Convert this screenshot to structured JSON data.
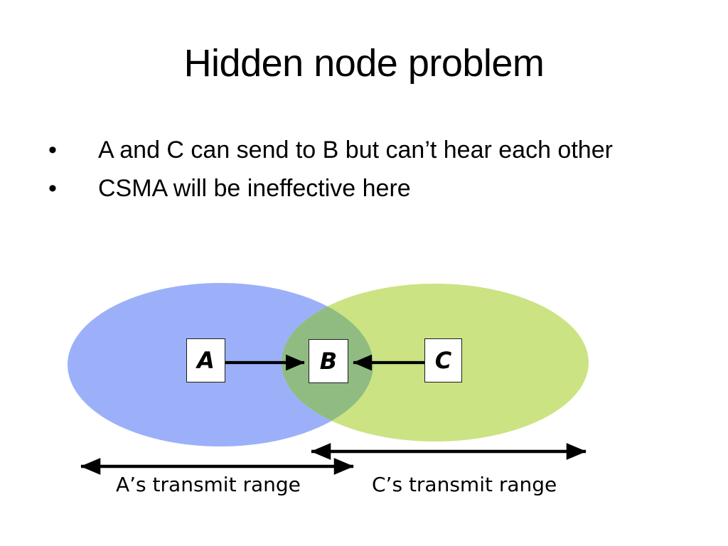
{
  "slide": {
    "title": "Hidden node problem",
    "bullet_marker": "•",
    "bullets": [
      "A and C can send to B but can’t hear each other",
      "CSMA will be ineffective here"
    ]
  },
  "diagram": {
    "nodes": [
      {
        "id": "A",
        "label": "A"
      },
      {
        "id": "B",
        "label": "B"
      },
      {
        "id": "C",
        "label": "C"
      }
    ],
    "links": [
      {
        "from": "A",
        "to": "B",
        "direction": "a-to-b"
      },
      {
        "from": "C",
        "to": "B",
        "direction": "c-to-b"
      }
    ],
    "ranges": [
      {
        "owner": "A",
        "label": "A’s transmit range"
      },
      {
        "owner": "C",
        "label": "C’s transmit range"
      }
    ],
    "colors": {
      "a_range_fill": "#9cb0fa",
      "c_range_fill": "#cbe383",
      "overlap_fill": "#90bc81",
      "node_fill": "#ffffff",
      "node_stroke": "#1c1c1c",
      "arrow": "#000000",
      "text": "#000000",
      "background": "#ffffff"
    }
  }
}
